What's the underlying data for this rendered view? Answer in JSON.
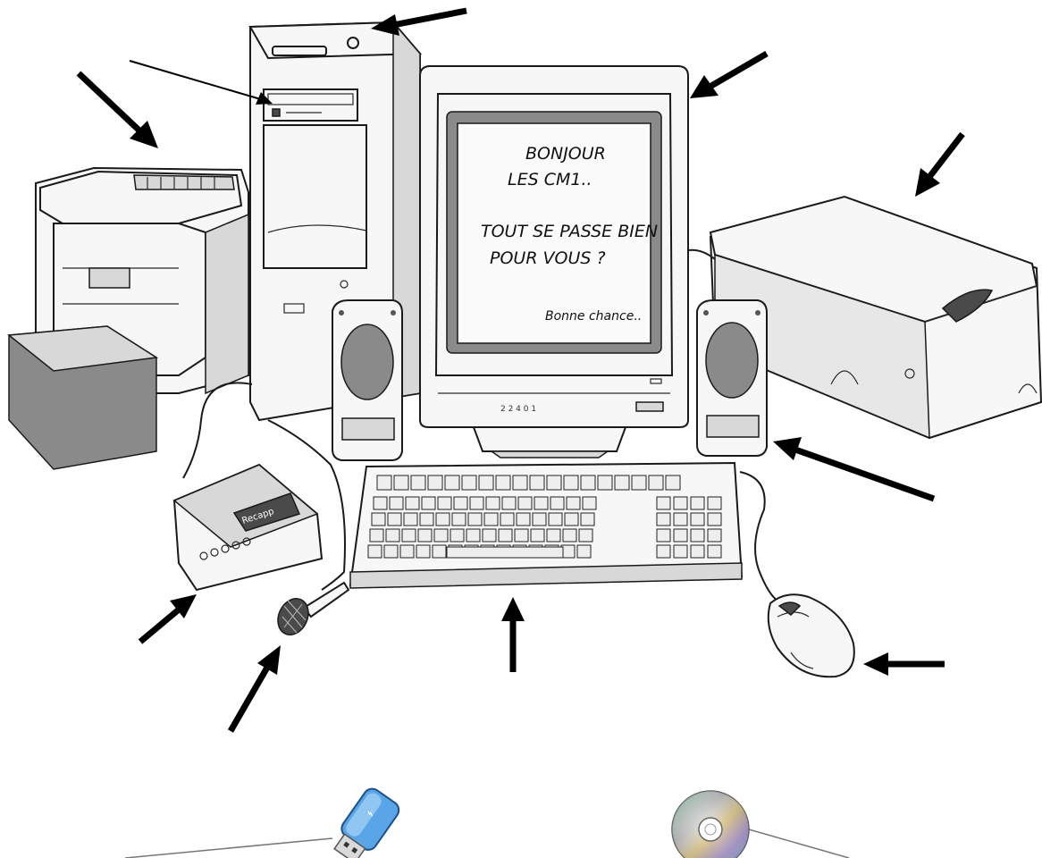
{
  "screen": {
    "line1": "BONJOUR",
    "line2": "LES CM1..",
    "line3": "TOUT SE PASSE BIEN",
    "line4": "POUR VOUS ?",
    "line5": "Bonne chance.."
  },
  "modem_label": "Recapp",
  "monitor_buttons": "2  2  4  0  1",
  "devices": [
    "printer",
    "computer-tower",
    "cd-drive",
    "monitor",
    "scanner",
    "speakers",
    "keyboard",
    "mouse",
    "modem",
    "microphone",
    "usb-key",
    "cd-disc"
  ],
  "icons": [
    "usb-icon",
    "cd-disc-icon"
  ]
}
